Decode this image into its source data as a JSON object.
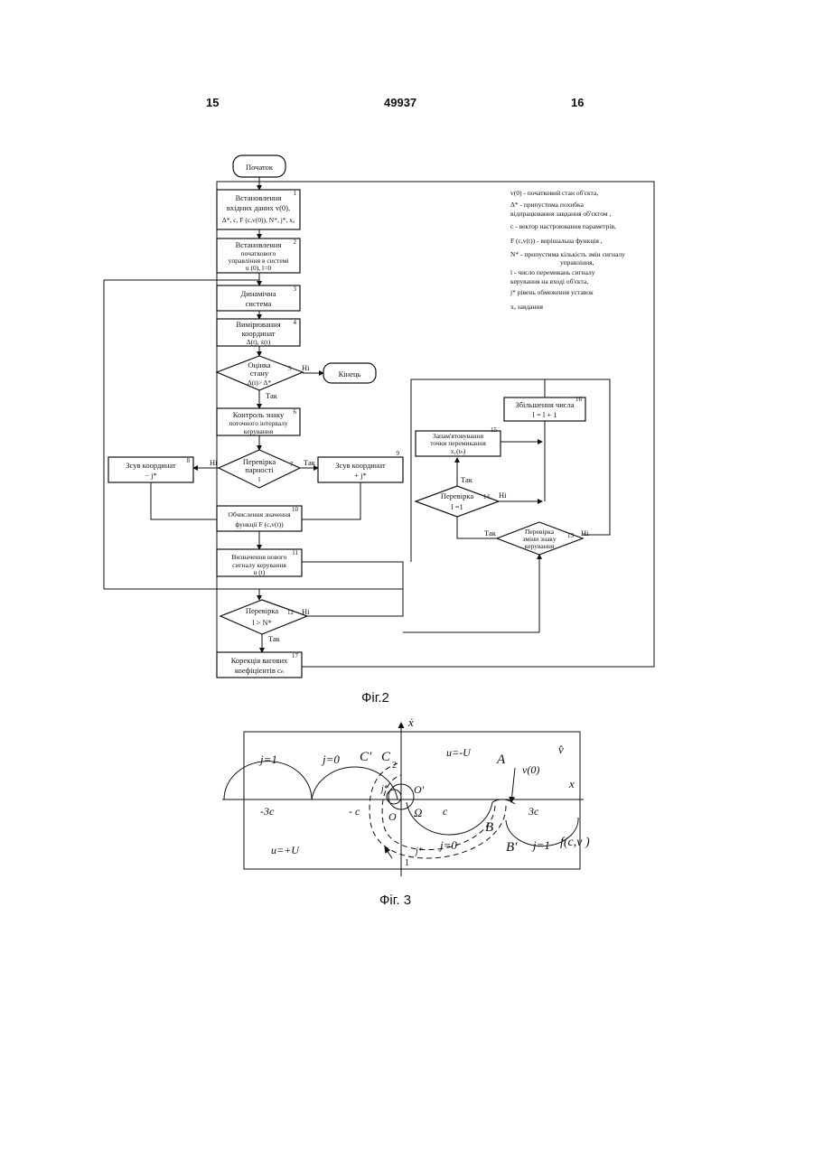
{
  "header": {
    "left_page": "15",
    "patent_no": "49937",
    "right_page": "16"
  },
  "fig2": {
    "caption": "Фіг.2",
    "start": "Початок",
    "b1": {
      "num": "1",
      "l1": "Встановлення",
      "l2": "вхідних даних v(0),",
      "l3": "Δ*, c, F (c,v(0)), N*, j*, xₐ"
    },
    "b2": {
      "num": "2",
      "l1": "Встановлення",
      "l2": "початкового",
      "l3": "управління в системі",
      "l4": "u (0), l=0"
    },
    "b3": {
      "num": "3",
      "l1": "Динамічна",
      "l2": "система"
    },
    "b4": {
      "num": "4",
      "l1": "Вимірювання",
      "l2": "координат",
      "l3": "Δ(t), ẋ(t)"
    },
    "d5": {
      "num": "5",
      "l1": "Оцінка",
      "l2": "стану",
      "l3": "Δ(t)> Δ*",
      "no": "Ні",
      "yes": "Так"
    },
    "end": "Кінець",
    "b6": {
      "num": "6",
      "l1": "Контроль знаку",
      "l2": "поточного інтервалу",
      "l3": "керування"
    },
    "d7": {
      "num": "7",
      "l1": "Перевірка",
      "l2": "парності",
      "l3": "l",
      "no": "Ні",
      "yes": "Так"
    },
    "b8": {
      "num": "8",
      "l1": "Зсув координат",
      "l2": "− j*"
    },
    "b9": {
      "num": "9",
      "l1": "Зсув координат",
      "l2": "+ j*"
    },
    "b10": {
      "num": "10",
      "l1": "Обчислення значення",
      "l2": "функції  F (c,v(t))"
    },
    "b11": {
      "num": "11",
      "l1": "Визначення нового",
      "l2": "сигналу керування",
      "l3": "u (t)"
    },
    "d12": {
      "num": "12",
      "l1": "Перевірка",
      "l2": "l > N*",
      "no": "Ні",
      "yes": "Так"
    },
    "b17": {
      "num": "17",
      "l1": "Корекція вагових",
      "l2": "коефіцієнтів  cₙ"
    },
    "b16": {
      "num": "16",
      "l1": "Збільшення числа",
      "l2": "l = l + 1"
    },
    "b15": {
      "num": "15",
      "l1": "Запам'ятовування",
      "l2": "точки перемикання",
      "l3": "x₁(tₙ)"
    },
    "d14": {
      "num": "14",
      "l1": "Перевірка",
      "l2": "l =1",
      "no": "Ні",
      "yes": "Так"
    },
    "d13": {
      "num": "13",
      "l1": "Перевірка",
      "l2": "зміни знаку",
      "l3": "керування",
      "no": "Ні",
      "yes": "Так"
    },
    "legend": [
      "v(0)  -  початковий   стан об'єкта,",
      "Δ*   -   припустима     похибка",
      "відпрацювання  завдання  об'єктом ,",
      "c    -  вектор настроювання   параметрів,",
      "F (c,v(t))  -  вирішальна функція ,",
      "N*   -  припустима кількість змін сигналу",
      "управління,",
      "l   -  число   перемикань   сигналу",
      "керування   на   вході  об'єкта,",
      "j*            рівень обмеження уставок",
      "xₐ             завдання"
    ]
  },
  "fig3": {
    "caption": "Фіг. 3",
    "ydot": "ẋ",
    "xaxis": "x",
    "vhat": "v̂",
    "j1_left": "j=1",
    "j0_left": "j=0",
    "Cprime": "C′",
    "C": "C",
    "u_minus": "u=-U",
    "A": "A",
    "v0": "v(0)",
    "t3c": "-3c",
    "tc_neg": "- c",
    "tc": "c",
    "t3c_pos": "3c",
    "O": "O",
    "Oprime": "O′",
    "Omega": "Ω",
    "u_plus": "u=+U",
    "j0_bottom": "j=0",
    "B": "B",
    "Bprime": "B′",
    "j1_right": "j=1",
    "f": "f(c,v )",
    "n1": "1",
    "n2": "2",
    "jstar_top": "j*",
    "jstar_bot": "j*"
  }
}
